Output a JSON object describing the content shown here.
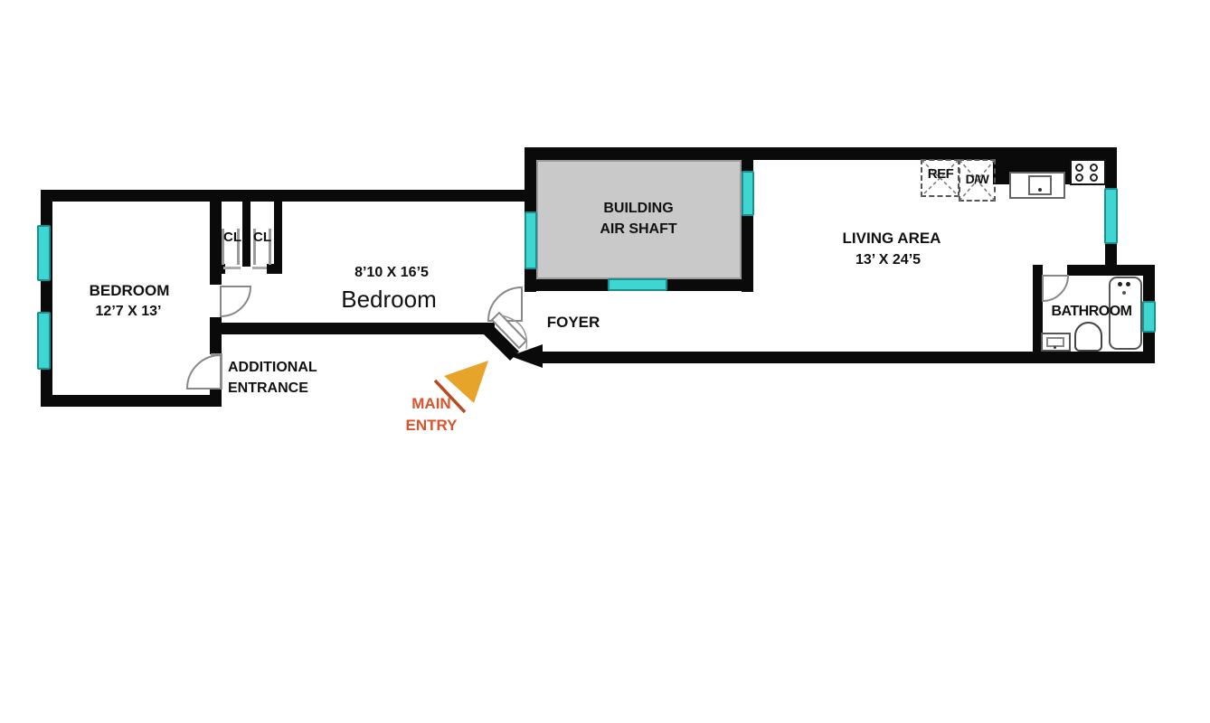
{
  "title": "Apartment floor plan",
  "rooms": {
    "bedroom_left": {
      "name": "BEDROOM",
      "dims": "12’7 X 13’"
    },
    "bedroom_middle": {
      "dims": "8’10 X 16’5",
      "name": "Bedroom"
    },
    "foyer": {
      "name": "FOYER"
    },
    "air_shaft": {
      "line1": "BUILDING",
      "line2": "AIR SHAFT"
    },
    "living_area": {
      "name": "LIVING AREA",
      "dims": "13’ X 24’5"
    },
    "bathroom": {
      "name": "BATHROOM"
    }
  },
  "closets": {
    "left": "CL",
    "right": "CL"
  },
  "kitchen": {
    "refrigerator": "REF",
    "dishwasher": "D/W"
  },
  "annotations": {
    "additional_entrance": {
      "line1": "ADDITIONAL",
      "line2": "ENTRANCE"
    },
    "main_entry": {
      "line1": "MAIN",
      "line2": "ENTRY"
    }
  },
  "colors": {
    "wall": "#0a0a0a",
    "window-cyan": "#3fd6d2",
    "window-border": "#1a8f8f",
    "airshaft-gray": "#c9c9c9",
    "airshaft-border": "#9b9b9b",
    "entry-orange": "#d9542a",
    "arrow-yellow": "#e7a42b",
    "arrow-line": "#b84a20",
    "text": "#111111"
  }
}
